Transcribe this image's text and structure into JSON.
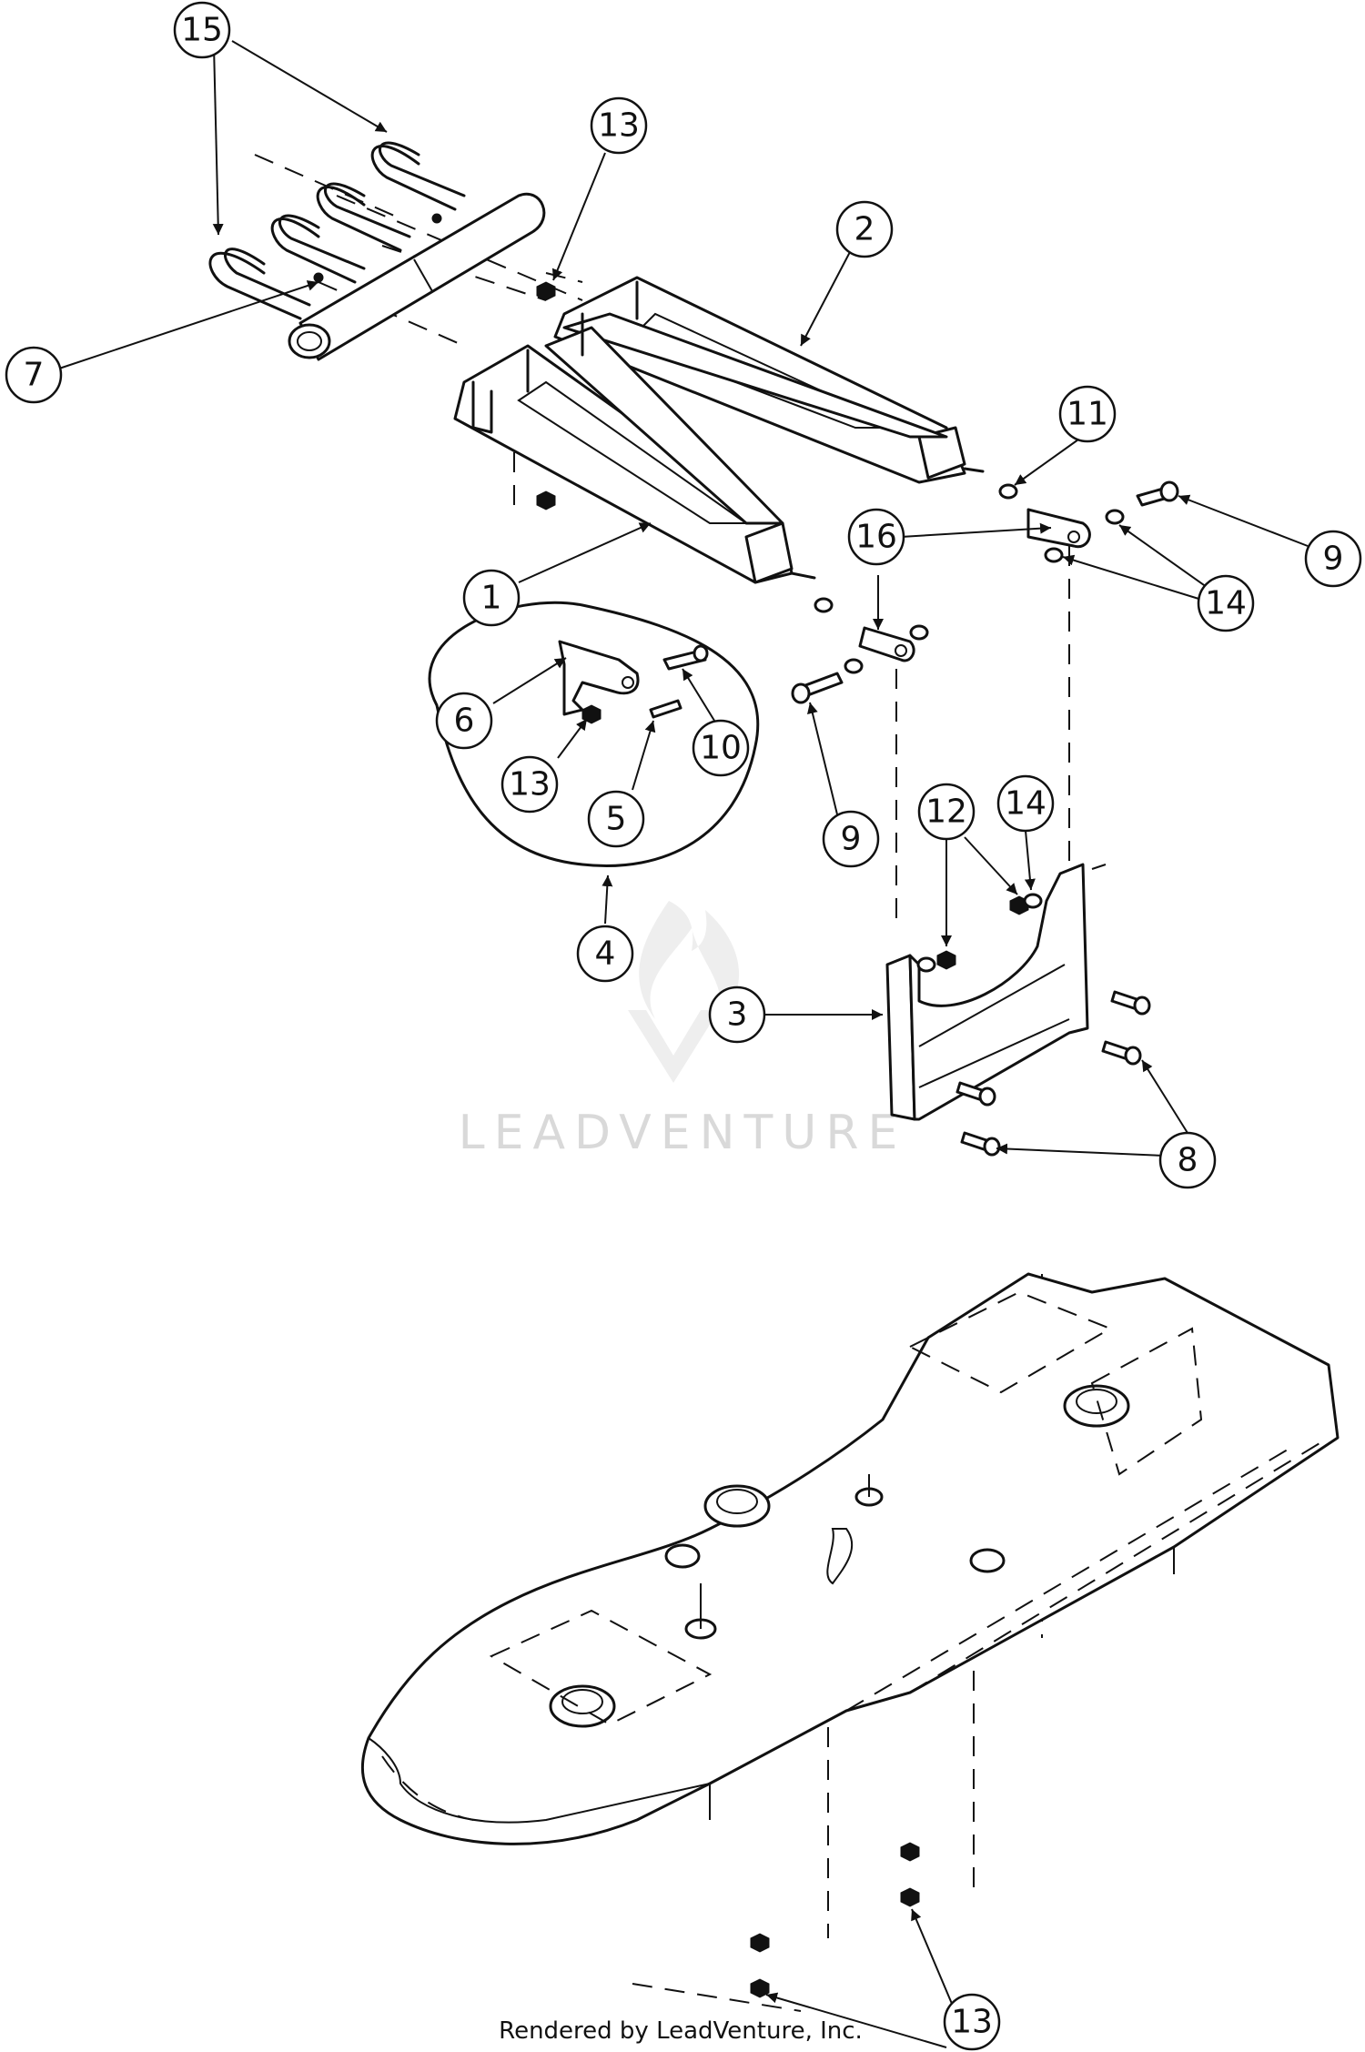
{
  "callouts": [
    {
      "label": "15"
    },
    {
      "label": "13"
    },
    {
      "label": "2"
    },
    {
      "label": "7"
    },
    {
      "label": "11"
    },
    {
      "label": "9"
    },
    {
      "label": "16"
    },
    {
      "label": "14"
    },
    {
      "label": "1"
    },
    {
      "label": "6"
    },
    {
      "label": "10"
    },
    {
      "label": "13"
    },
    {
      "label": "5"
    },
    {
      "label": "9"
    },
    {
      "label": "14"
    },
    {
      "label": "12"
    },
    {
      "label": "4"
    },
    {
      "label": "3"
    },
    {
      "label": "8"
    },
    {
      "label": "13"
    }
  ],
  "watermark": {
    "text": "LEADVENTURE"
  },
  "footer": {
    "text": "Rendered by LeadVenture, Inc."
  }
}
